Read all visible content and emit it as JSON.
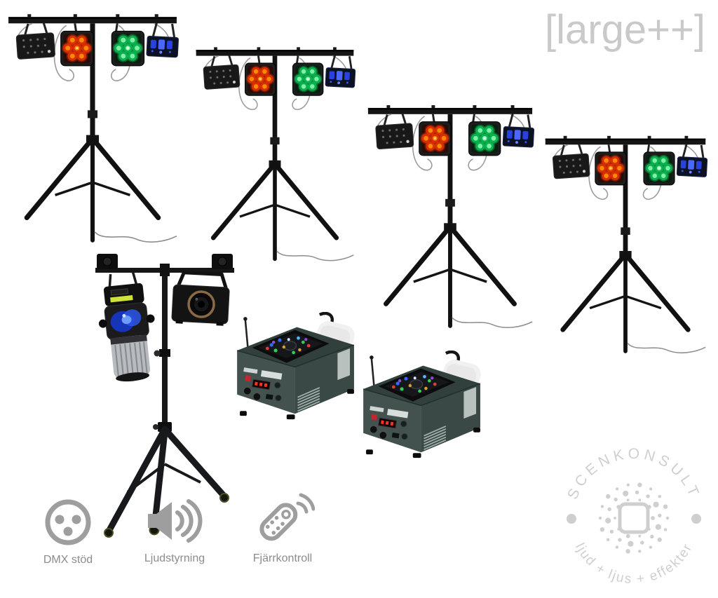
{
  "wordmark": "[large++]",
  "features": [
    {
      "icon": "xlr-dmx-connector-icon",
      "label": "DMX stöd"
    },
    {
      "icon": "speaker-sound-icon",
      "label": "Ljudstyrning"
    },
    {
      "icon": "remote-control-icon",
      "label": "Fjärrkontroll"
    }
  ],
  "logo": {
    "brand": "SCENKONSULT",
    "tagline": "ljud + ljus + effekter"
  },
  "scene": {
    "products": [
      {
        "name": "led-par-t-bar-tripod-kit",
        "count": 4,
        "lights_per_bar": 4,
        "par_colors_lit": [
          "red",
          "green"
        ]
      },
      {
        "name": "effect-light-t-bar-stand",
        "count": 1,
        "fixtures": [
          "scanner-barrel-light",
          "box-projector-light"
        ]
      },
      {
        "name": "vertical-fog-machine-rgb",
        "count": 2
      }
    ]
  },
  "colors": {
    "background": "#ffffff",
    "wordmark_gray": "#c9c9c9",
    "icon_gray": "#9e9e9e",
    "label_gray": "#8c8c8c",
    "watermark_gray": "#cfcfcf",
    "par_red": "#d92f00",
    "par_green": "#0ab14e",
    "fog_body": "#44524f"
  }
}
